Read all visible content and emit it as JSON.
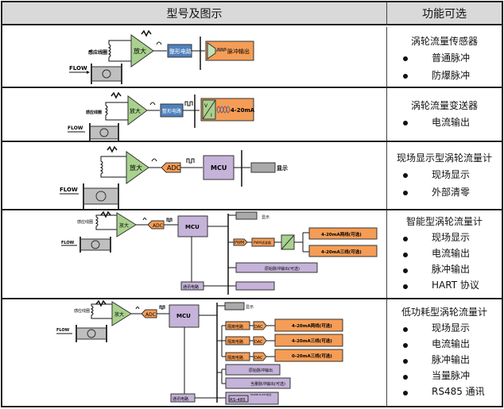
{
  "header": {
    "diagram_col": "型号及图示",
    "function_col": "功能可选"
  },
  "labels": {
    "flow": "FLOW",
    "coil": "感应线圈",
    "amp": "放大",
    "shaper": "整形电路",
    "pulse_out": "脉冲输出",
    "current_4_20": "4-20mA",
    "adc": "ADC",
    "mcu": "MCU",
    "display": "显示",
    "pwm": "PWM",
    "pwm_filter": "PWM滤波器",
    "vi_v": "V",
    "vi_i": "I",
    "out_2wire_opt": "4-20mA两线(可选)",
    "out_3wire_opt": "4-20mA三线(可选)",
    "raw_pulse_opt": "原始脉冲输出(可选)",
    "comm": "通讯电路",
    "hart": "HART 协议",
    "isolation": "隔离电路",
    "dac": "DAC",
    "r5_out1": "4-20mA两线(可选)",
    "r5_out2": "4-20mA三线(可选)",
    "r5_out3": "0-20mA三线(可选)",
    "r5_raw_pulse": "原始脉冲输出",
    "r5_equiv_pulse": "当量脉冲输出(可选)",
    "rs485": "RS-485",
    "modbus": "MODBUS-RTU协议"
  },
  "rows": [
    {
      "title": "涡轮流量传感器",
      "items": [
        "普通脉冲",
        "防爆脉冲"
      ]
    },
    {
      "title": "涡轮流量变送器",
      "items": [
        "电流输出"
      ]
    },
    {
      "title": "现场显示型涡轮流量计",
      "items": [
        "现场显示",
        "外部清零"
      ]
    },
    {
      "title": "智能型涡轮流量计",
      "items": [
        "现场显示",
        "电流输出",
        "脉冲输出",
        "HART 协议"
      ]
    },
    {
      "title": "低功耗型涡轮流量计",
      "items": [
        "现场显示",
        "电流输出",
        "脉冲输出",
        "当量脉冲",
        "RS485 通讯"
      ]
    }
  ],
  "colors": {
    "amp": "#a9d18e",
    "shaper": "#4f81bd",
    "output": "#f59d56",
    "mcu": "#c5b3d9",
    "pipe": "#bfbfbf",
    "header": "#d9d9d9"
  }
}
